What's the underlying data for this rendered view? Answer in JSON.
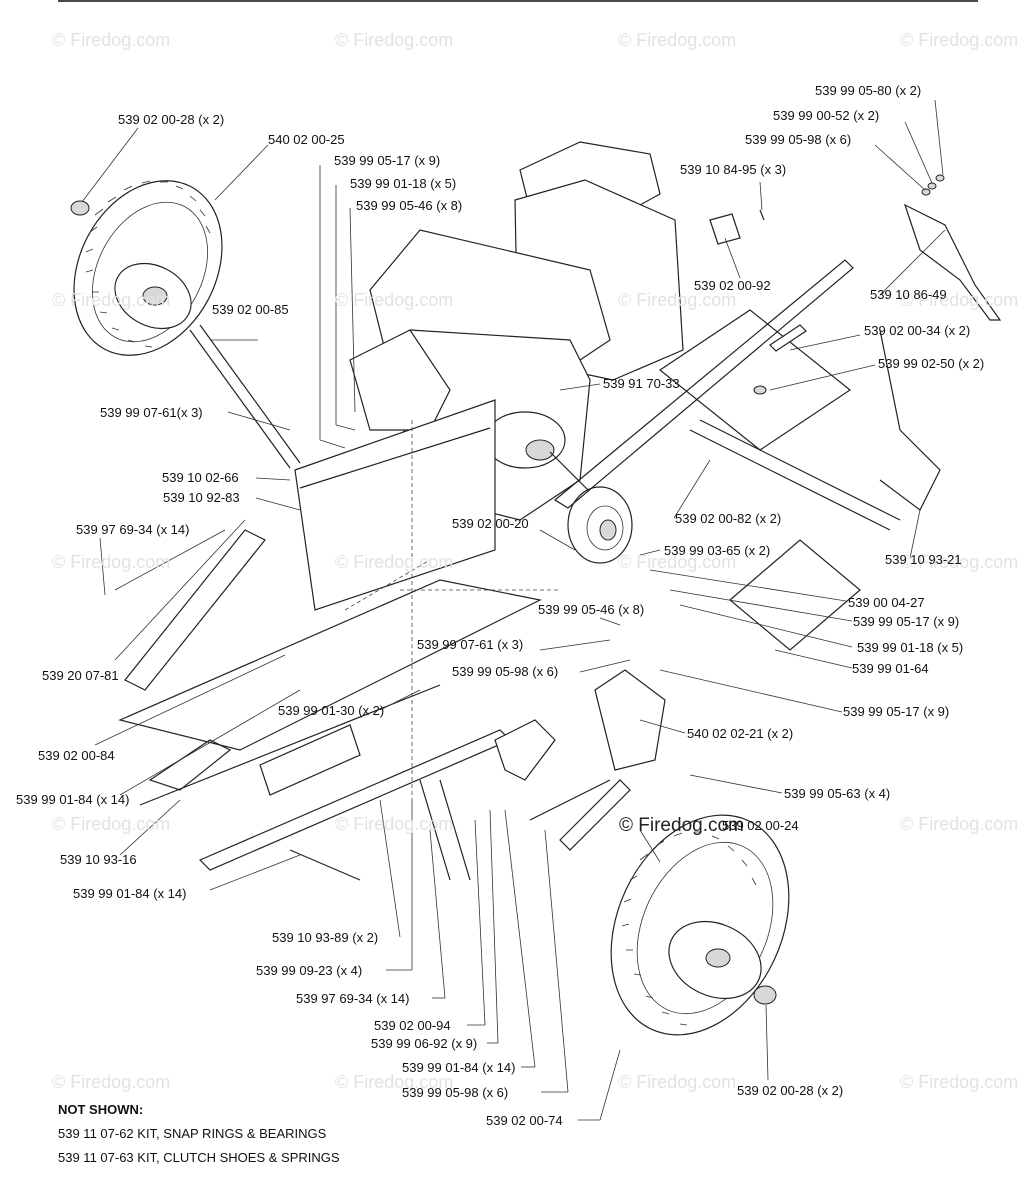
{
  "watermarks": [
    "© Firedog.com",
    "© Firedog.com",
    "© Firedog.com",
    "© Firedog.com",
    "© Firedog.com",
    "© Firedog.com",
    "© Firedog.com",
    "© Firedog.com",
    "© Firedog.com",
    "© Firedog.com",
    "© Firedog.com",
    "© Firedog.com",
    "© Firedog.com",
    "© Firedog.com",
    "© Firedog.com",
    "© Firedog.com",
    "© Firedog.com",
    "© Firedog.com"
  ],
  "center_watermark": "© Firedog.com",
  "labels": [
    "539 02 00-28 (x 2)",
    "540 02 00-25",
    "539 99 05-17 (x 9)",
    "539 99 01-18 (x 5)",
    "539 99 05-46 (x 8)",
    "539 02 00-85",
    "539 99 07-61(x 3)",
    "539 10 02-66",
    "539 10 92-83",
    "539 97 69-34 (x 14)",
    "539 20 07-81",
    "539 02 00-84",
    "539 99 01-84 (x 14)",
    "539 10 93-16",
    "539 99 01-84 (x 14)",
    "539 99 05-80 (x 2)",
    "539 99 00-52 (x 2)",
    "539 99 05-98 (x 6)",
    "539 10 84-95 (x 3)",
    "539 02 00-92",
    "539 10 86-49",
    "539 02 00-34 (x 2)",
    "539 99 02-50 (x 2)",
    "539 91 70-33",
    "539 02 00-20",
    "539 02 00-82 (x 2)",
    "539 99 03-65 (x 2)",
    "539 10 93-21",
    "539 00 04-27",
    "539 99 05-17 (x 9)",
    "539 99 01-18 (x 5)",
    "539 99 01-64",
    "539 99 05-46 (x 8)",
    "539 99 07-61 (x 3)",
    "539 99 05-98 (x 6)",
    "539 99 05-17 (x 9)",
    "539 99 01-30 (x 2)",
    "540 02 02-21 (x 2)",
    "539 99 05-63 (x 4)",
    "539 02 00-24",
    "539 10 93-89 (x 2)",
    "539 99 09-23 (x 4)",
    "539 97 69-34 (x 14)",
    "539 02 00-94",
    "539 99 06-92 (x 9)",
    "539 99 01-84 (x 14)",
    "539 99 05-98 (x 6)",
    "539 02 00-74",
    "539 02 00-28 (x 2)"
  ],
  "not_shown": {
    "title": "NOT SHOWN:",
    "items": [
      "539 11 07-62  KIT, SNAP RINGS & BEARINGS",
      "539 11 07-63  KIT, CLUTCH SHOES & SPRINGS"
    ]
  }
}
